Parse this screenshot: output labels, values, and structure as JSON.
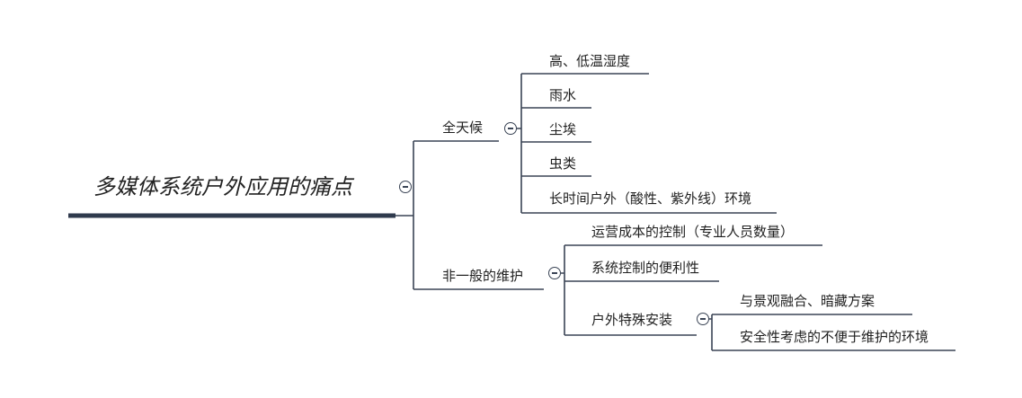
{
  "root": {
    "label": "多媒体系统户外应用的痛点"
  },
  "branches": [
    {
      "label": "全天候",
      "children": [
        "高、低温湿度",
        "雨水",
        "尘埃",
        "虫类",
        "长时间户外（酸性、紫外线）环境"
      ]
    },
    {
      "label": "非一般的维护",
      "children": [
        {
          "label": "运营成本的控制（专业人员数量）"
        },
        {
          "label": "系统控制的便利性"
        },
        {
          "label": "户外特殊安装",
          "children": [
            "与景观融合、暗藏方案",
            "安全性考虑的不便于维护的环境"
          ]
        }
      ]
    }
  ],
  "colors": {
    "line": "#3a4455",
    "root_bar": "#2f3a4d"
  }
}
